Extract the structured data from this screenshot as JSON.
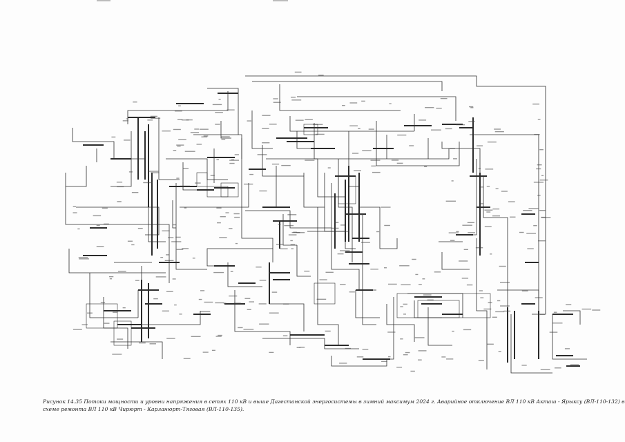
{
  "document": {
    "type": "scanned-page",
    "content": "electrical network one-line diagram"
  },
  "caption": {
    "line1": "Рисунок 14.35 Потоки мощности и уровни напряжения в сетях 110 кВ и выше Дагестанской энергосистемы в зимний максимум 2024 г. Аварийное отключение ВЛ 110 кВ Акташ - Ярыксу (ВЛ-110-132) в",
    "line2": "схеме ремонта  ВЛ 110 кВ Чирюрт - Карланюрт-Тяговая (ВЛ-110-135)."
  },
  "colors": {
    "ink": "#2b2b2b",
    "paper": "#fdfdfd"
  }
}
